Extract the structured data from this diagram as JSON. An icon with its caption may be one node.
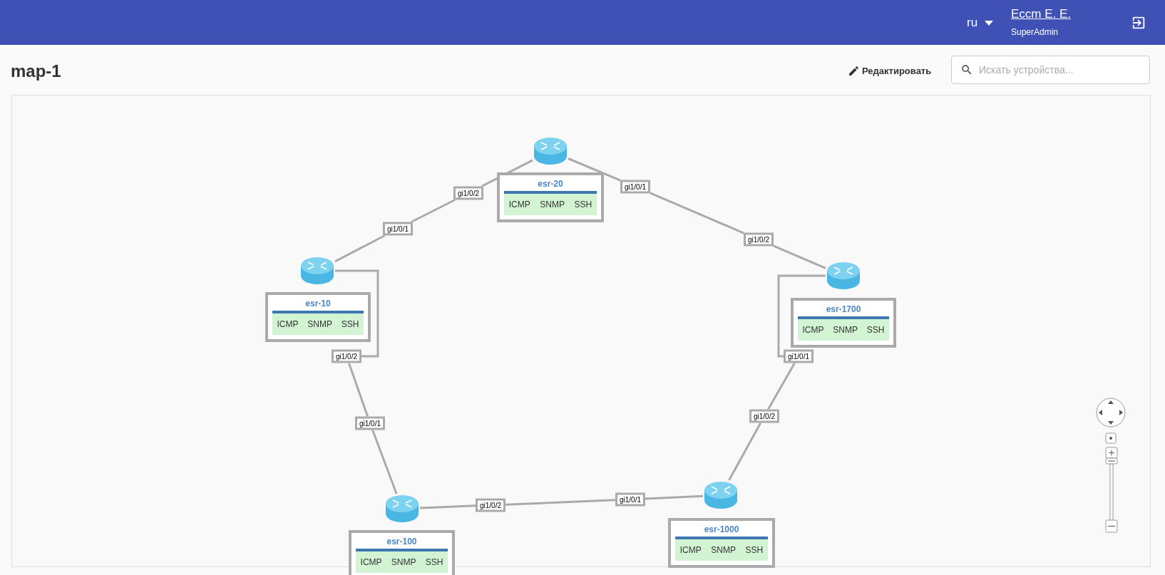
{
  "diagram": {
    "title": "map-1",
    "nodes": [
      {
        "text": [],
        "shape": "cylinder"
      },
      {
        "text": [
          "esr-20",
          "ICMP",
          "SNMP",
          "SSH"
        ]
      },
      {
        "text": [],
        "shape": "cylinder"
      },
      {
        "text": [
          "esr-10",
          "ICMP",
          "SNMP",
          "SSH"
        ]
      },
      {
        "text": [],
        "shape": "cylinder"
      },
      {
        "text": [
          "esr-1700",
          "ICMP",
          "SNMP",
          "SSH"
        ]
      },
      {
        "text": [],
        "shape": "cylinder"
      },
      {
        "text": [
          "esr-100",
          "ICMP",
          "SNMP",
          "SSH"
        ]
      },
      {
        "text": [],
        "shape": "cylinder"
      },
      {
        "text": [
          "esr-1000",
          "ICMP",
          "SNMP",
          "SSH"
        ]
      },
      {
        "text": [
          "gi1/0/2"
        ]
      },
      {
        "text": [
          "gi1/0/1"
        ]
      },
      {
        "text": [
          "gi1/0/1"
        ]
      },
      {
        "text": [
          "gi1/0/2"
        ]
      },
      {
        "text": [
          "gi1/0/2"
        ]
      },
      {
        "text": [
          "gi1/0/1"
        ]
      },
      {
        "text": [
          "gi1/0/2"
        ]
      },
      {
        "text": [
          "gi1/0/1"
        ]
      },
      {
        "text": [
          "gi1/0/1"
        ]
      },
      {
        "text": [
          "gi1/0/2"
        ]
      }
    ],
    "edges": [
      {
        "from": 0,
        "to": 10,
        "arrow": "none"
      },
      {
        "from": 10,
        "to": 11,
        "arrow": "none"
      },
      {
        "from": 11,
        "to": 2,
        "arrow": "none"
      },
      {
        "from": 0,
        "to": 12,
        "arrow": "none"
      },
      {
        "from": 12,
        "to": 13,
        "arrow": "none"
      },
      {
        "from": 13,
        "to": 4,
        "arrow": "none"
      },
      {
        "from": 2,
        "to": 14,
        "arrow": "none"
      },
      {
        "from": 14,
        "to": 15,
        "arrow": "none"
      },
      {
        "from": 15,
        "to": 6,
        "arrow": "none"
      },
      {
        "from": 4,
        "to": 18,
        "arrow": "none"
      },
      {
        "from": 18,
        "to": 19,
        "arrow": "none"
      },
      {
        "from": 19,
        "to": 8,
        "arrow": "none"
      },
      {
        "from": 6,
        "to": 16,
        "arrow": "none"
      },
      {
        "from": 16,
        "to": 17,
        "arrow": "none"
      },
      {
        "from": 17,
        "to": 8,
        "arrow": "none"
      }
    ],
    "labels": [
      "ru",
      "Eccm E. E.",
      "SuperAdmin",
      "Редактировать",
      "Искать устройства..."
    ]
  }
}
